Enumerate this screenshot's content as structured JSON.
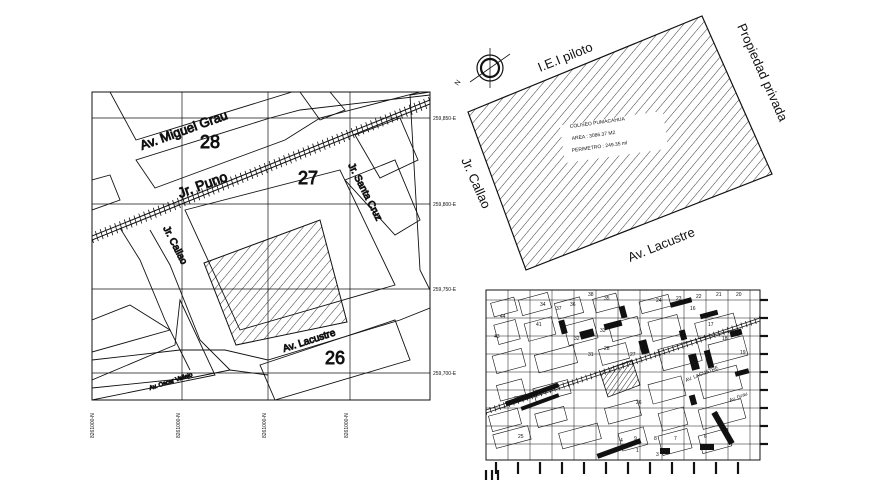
{
  "left_plan": {
    "street_labels": {
      "miguel_grau": "Av. Miguel Grau",
      "puno": "Jr. Puno",
      "santa_cruz": "Jr. Santa Cruz",
      "callao": "Jr. Callao",
      "lacustre": "Av. Lacustre",
      "oscar_vallejo": "Av. Oscar Vallejo"
    },
    "block_numbers": [
      "28",
      "27",
      "26"
    ],
    "grid_northing": [
      "259,850-E",
      "259,800-E",
      "259,750-E",
      "259,700-E"
    ],
    "grid_easting": [
      "8261000-N",
      "8261000-N",
      "8261000-N",
      "8261000-N"
    ]
  },
  "site_plan": {
    "neighbors": {
      "north": "I.E.I piloto",
      "east": "Propiedad privada",
      "west": "Jr. Callao",
      "south": "Av. Lacustre"
    },
    "title": "COLISEO PUMACAHUA",
    "area": "AREA : 3086.37 M2",
    "perimeter": "PERIMETRO : 249.35 ml",
    "north_label": "N"
  },
  "key_map": {
    "blocks": [
      "36",
      "38",
      "35",
      "34",
      "43",
      "41",
      "37",
      "33",
      "44",
      "32",
      "31",
      "28",
      "27",
      "26",
      "29",
      "25",
      "9",
      "8",
      "7",
      "6",
      "5",
      "4",
      "1",
      "3",
      "2",
      "16",
      "17",
      "18",
      "19",
      "20",
      "21",
      "22",
      "23",
      "24"
    ],
    "street_lacustre": "AV. LACUSTRE",
    "street_grau": "Av. Grau"
  }
}
